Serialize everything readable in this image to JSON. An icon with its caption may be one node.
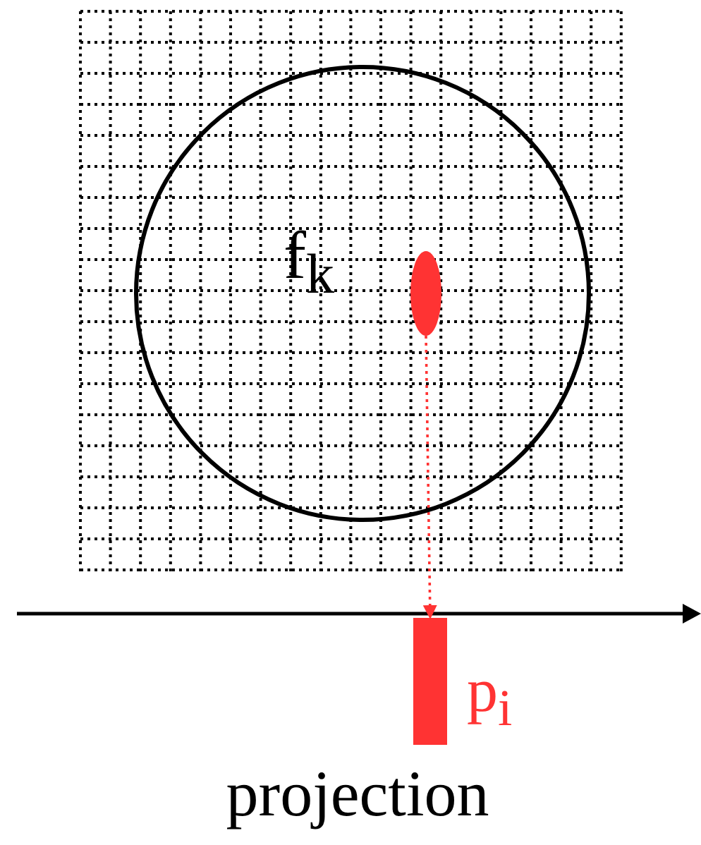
{
  "diagram": {
    "nodes": [
      {
        "text": [
          "f$_{k}$"
        ]
      },
      {
        "text": [],
        "shape": "ellipse",
        "in": 0
      },
      {
        "text": [],
        "shape": "bar",
        "beside": [
          "p$_{i}$"
        ]
      }
    ],
    "edges": [
      {
        "from": 1,
        "to": 2,
        "arrow": "to",
        "style": "dashed",
        "color": "#ff3333"
      }
    ],
    "labels": [
      "projection"
    ]
  }
}
